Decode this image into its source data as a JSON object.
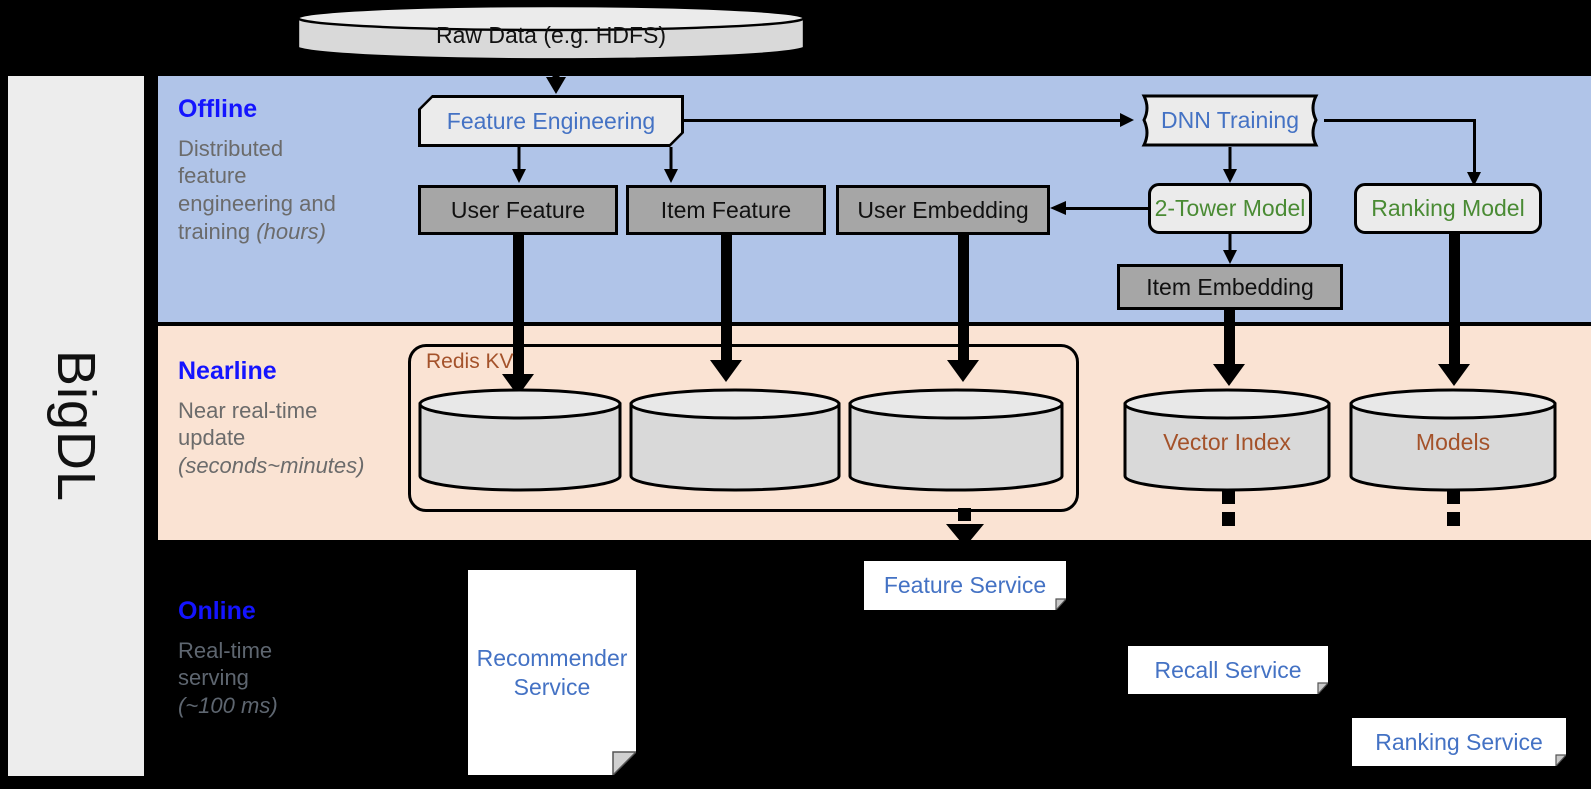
{
  "sidebar": {
    "label": "BigDL"
  },
  "bands": [
    {
      "id": "offline",
      "title": "Offline",
      "subtitle": "Distributed feature engineering and ",
      "subtitle_italic": "(hours)",
      "color": "#b0c4e8"
    },
    {
      "id": "nearline",
      "title": "Nearline",
      "subtitle": "Near real-time update ",
      "subtitle_italic": "(seconds~minutes)",
      "color": "#fae3d3"
    },
    {
      "id": "online",
      "title": "Online",
      "subtitle": "Real-time serving ",
      "subtitle_italic": "(~100 ms)",
      "color": "#000000"
    }
  ],
  "band_subtitle_lines": {
    "offline": [
      "Distributed",
      "feature",
      "engineering and",
      "training "
    ],
    "nearline": [
      "Near real-time",
      "update"
    ],
    "online": [
      "Real-time",
      "serving"
    ]
  },
  "source": {
    "label": "Raw Data (e.g. HDFS)"
  },
  "offline_nodes": {
    "feature_engineering": "Feature Engineering",
    "dnn_training": "DNN Training",
    "user_feature": "User Feature",
    "item_feature": "Item Feature",
    "user_embedding": "User Embedding",
    "two_tower_model": "2-Tower Model",
    "ranking_model": "Ranking Model",
    "item_embedding": "Item Embedding"
  },
  "nearline_nodes": {
    "redis_kv": "Redis KV",
    "store_1": "",
    "store_2": "",
    "store_3": "",
    "vector_index": "Vector Index",
    "models": "Models"
  },
  "online_nodes": {
    "recommender_service": "Recommender Service",
    "feature_service": "Feature Service",
    "recall_service": "Recall Service",
    "ranking_service": "Ranking Service"
  },
  "colors": {
    "offline_band": "#b0c4e8",
    "nearline_band": "#fae3d3",
    "online_band": "#000000",
    "sidebar": "#ededed",
    "grey_box": "#a6a6a6",
    "light_box": "#ebebeb",
    "heading_blue": "#1414ff",
    "text_blue": "#4472c4",
    "text_green": "#4a8b34",
    "text_brown": "#a4522a",
    "subtitle_grey": "#6b6b6b"
  }
}
